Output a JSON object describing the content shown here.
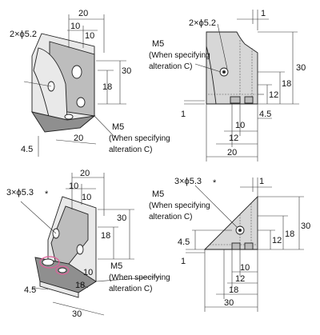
{
  "views": {
    "top_left": {
      "hole_label": "2×ϕ5.2",
      "dims": [
        "20",
        "10",
        "10",
        "30",
        "18",
        "20",
        "4.5"
      ],
      "note_m5": "M5",
      "note_line1": "(When specifying",
      "note_line2": "alteration C)"
    },
    "top_right": {
      "hole_label": "2×ϕ5.2",
      "dims": [
        "1",
        "30",
        "18",
        "12",
        "4.5",
        "10",
        "12",
        "20",
        "1"
      ],
      "note_m5": "M5",
      "note_line1": "(When specifying",
      "note_line2": "alteration C)"
    },
    "bottom_left": {
      "hole_label": "3×ϕ5.3",
      "star": "*",
      "dims": [
        "20",
        "10",
        "10",
        "30",
        "18",
        "10",
        "18",
        "30",
        "4.5"
      ],
      "note_m5": "M5",
      "note_line1": "(When specifying",
      "note_line2": "alteration C)"
    },
    "bottom_right": {
      "hole_label": "3×ϕ5.3",
      "star": "*",
      "dims": [
        "1",
        "30",
        "18",
        "12",
        "4.5",
        "1",
        "10",
        "12",
        "18",
        "30"
      ],
      "note_m5": "M5",
      "note_line1": "(When specifying",
      "note_line2": "alteration C)"
    }
  }
}
